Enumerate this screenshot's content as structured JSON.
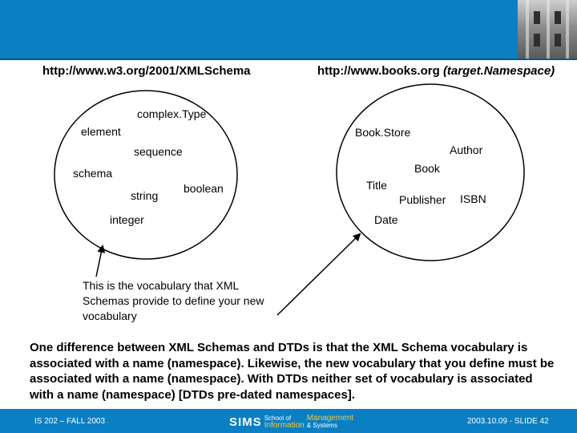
{
  "header": {
    "left_namespace": "http://www.w3.org/2001/XMLSchema",
    "right_namespace_url": "http://www.books.org",
    "right_namespace_paren": "(target.Namespace)"
  },
  "schema_vocabulary": {
    "terms": [
      "complex.Type",
      "element",
      "sequence",
      "schema",
      "string",
      "boolean",
      "integer"
    ]
  },
  "target_vocabulary": {
    "terms": [
      "Book.Store",
      "Author",
      "Book",
      "Title",
      "Publisher",
      "ISBN",
      "Date"
    ]
  },
  "callout": {
    "text": "This is the vocabulary that XML Schemas provide to define your new vocabulary"
  },
  "main_text": "One difference between XML Schemas and DTDs is that the XML Schema vocabulary is associated with a name (namespace). Likewise, the new vocabulary that you define must be associated with a name (namespace). With DTDs neither set of vocabulary is associated with a name (namespace) [DTDs pre-dated namespaces].",
  "footer": {
    "left": "IS 202 – FALL 2003",
    "logo_main": "SIMS",
    "logo_small1": "School of",
    "logo_word1": "Information",
    "logo_word2": "Management",
    "logo_small2": "& Systems",
    "right": "2003.10.09 - SLIDE 42"
  },
  "colors": {
    "header_bar": "#0a7fc4",
    "footer_bar": "#0a7fc4",
    "logo_accent": "#f5c842"
  }
}
